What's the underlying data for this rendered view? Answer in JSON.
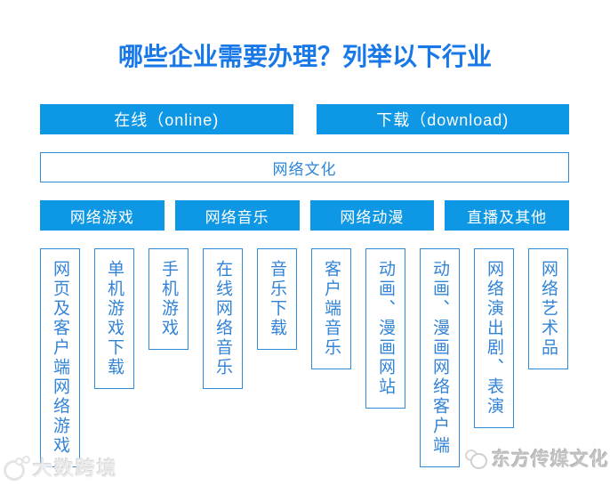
{
  "title": "哪些企业需要办理？列举以下行业",
  "colors": {
    "title_blue": "#1878e8",
    "node_fill_blue": "#0d97e4",
    "outline_blue": "#2f8ad8",
    "vertical_text_blue": "#3384d6",
    "watermark_gray": "#ececec",
    "brand_gray": "#c4c4c4"
  },
  "level1_nodes": [
    {
      "label": "在线（online)"
    },
    {
      "label": "下载（download)"
    }
  ],
  "level2_node": {
    "label": "网络文化"
  },
  "level3_nodes": [
    {
      "label": "网络游戏"
    },
    {
      "label": "网络音乐"
    },
    {
      "label": "网络动漫"
    },
    {
      "label": "直播及其他"
    }
  ],
  "level4_nodes": [
    {
      "label": "网页及客户端网络游戏"
    },
    {
      "label": "单机游戏下载"
    },
    {
      "label": "手机游戏"
    },
    {
      "label": "在线网络音乐"
    },
    {
      "label": "音乐下载"
    },
    {
      "label": "客户端音乐"
    },
    {
      "label": "动画、漫画网站"
    },
    {
      "label": "动画、漫画网络客户端"
    },
    {
      "label": "网络演出剧、表演"
    },
    {
      "label": "网络艺术品"
    }
  ],
  "watermark": {
    "text": "大数跨境",
    "icon": "mascot-icon"
  },
  "brand": {
    "text": "东方传媒文化",
    "icon": "cloud-logo-icon"
  }
}
